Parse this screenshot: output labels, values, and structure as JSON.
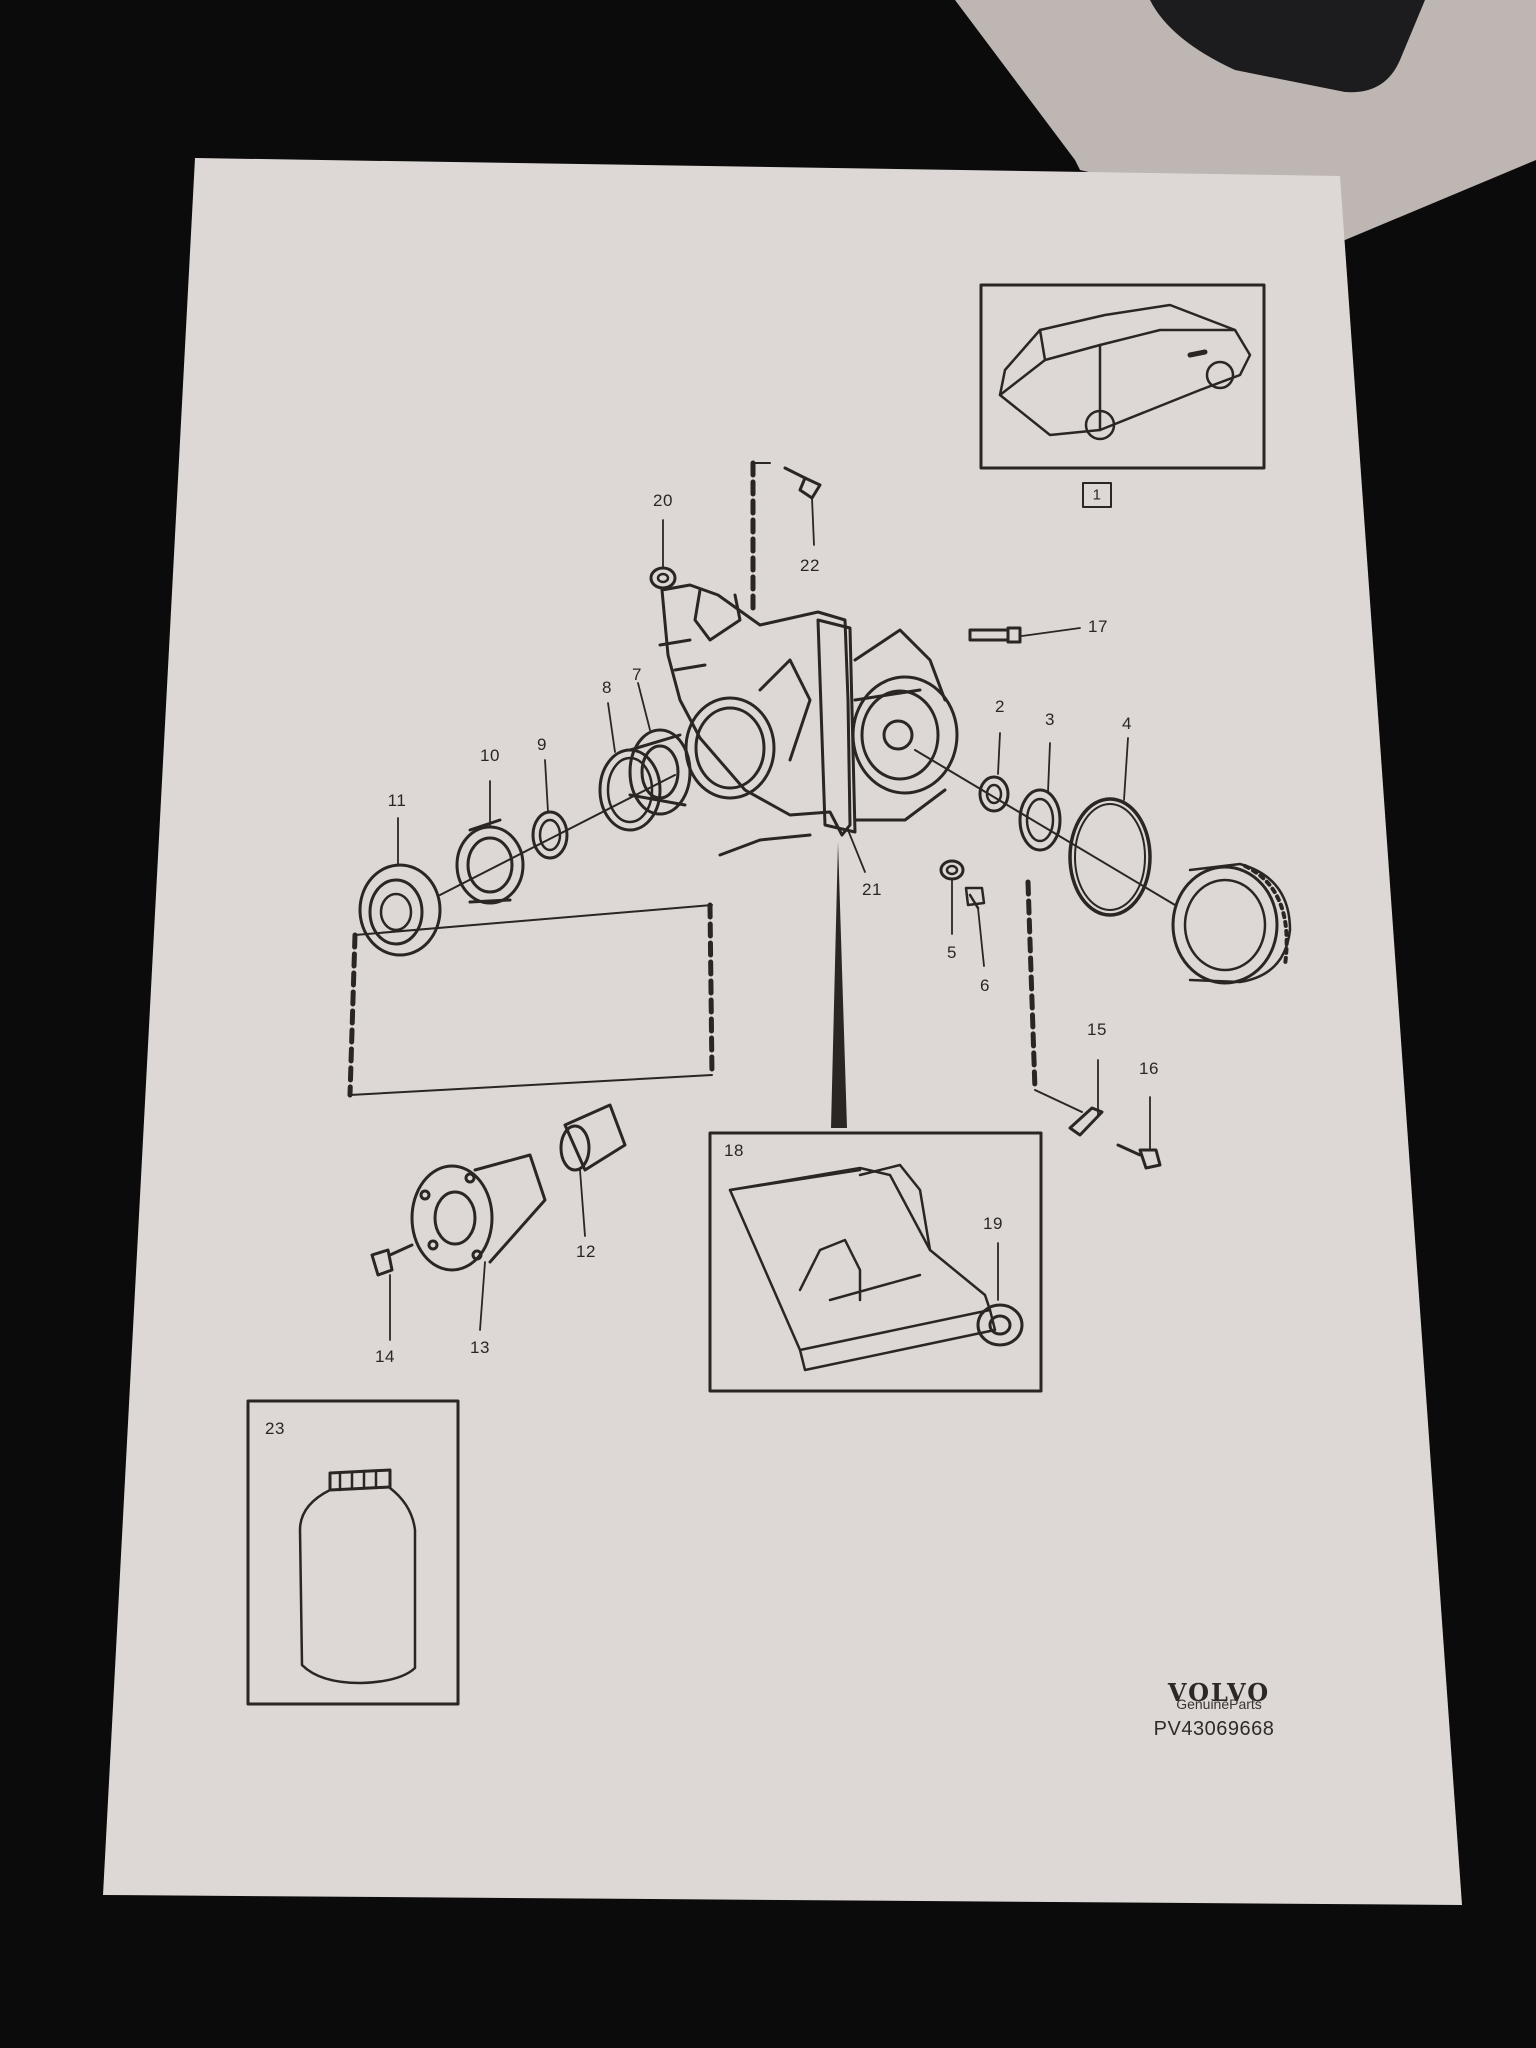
{
  "diagram": {
    "callouts": [
      "1",
      "2",
      "3",
      "4",
      "5",
      "6",
      "7",
      "8",
      "9",
      "10",
      "11",
      "12",
      "13",
      "14",
      "15",
      "16",
      "17",
      "18",
      "19",
      "20",
      "21",
      "22",
      "23"
    ]
  },
  "footer": {
    "brand": "VOLVO",
    "tagline": "GenuineParts",
    "part_number": "PV43069668"
  },
  "colors": {
    "paper": "#ddd8d5",
    "ink": "#2a2624",
    "background": "#0c0b0b"
  }
}
